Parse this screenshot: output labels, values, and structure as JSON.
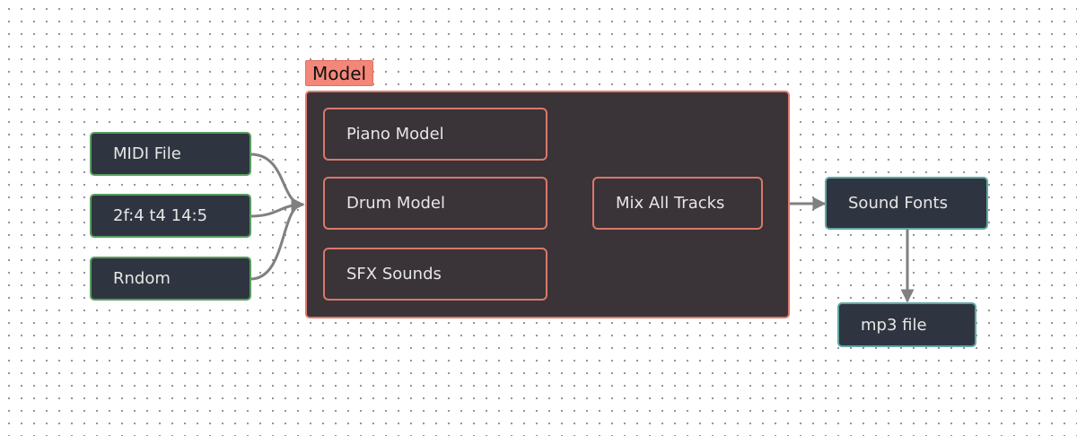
{
  "group": {
    "label": "Model"
  },
  "inputs": [
    {
      "label": "MIDI File"
    },
    {
      "label": "2f:4 t4 14:5"
    },
    {
      "label": "Rndom"
    }
  ],
  "models": [
    {
      "label": "Piano Model"
    },
    {
      "label": "Drum Model"
    },
    {
      "label": "SFX Sounds"
    }
  ],
  "mix": {
    "label": "Mix All Tracks"
  },
  "outputs": [
    {
      "label": "Sound Fonts"
    },
    {
      "label": "mp3 file"
    }
  ],
  "colors": {
    "input_border": "#5a9e5f",
    "model_border": "#d9786a",
    "output_border": "#5fa8a2",
    "edge": "#808080",
    "group_label_bg": "#f4877a"
  }
}
